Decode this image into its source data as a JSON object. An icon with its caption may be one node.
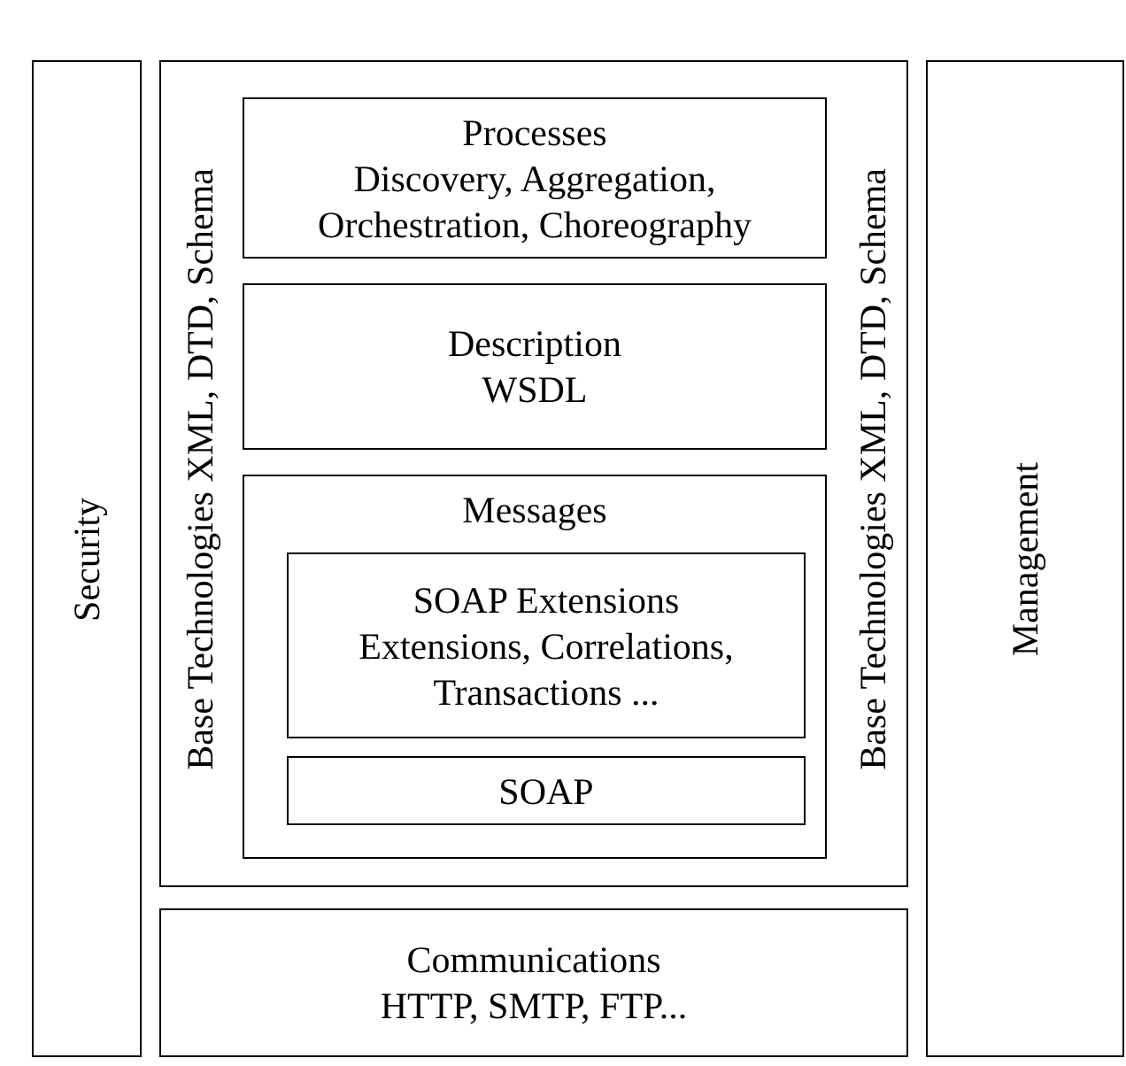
{
  "diagram": {
    "nodes": [
      {
        "text": [
          "Security"
        ]
      },
      {
        "text": [
          "Base Technologies XML, DTD, Schema",
          "Base Technologies XML, DTD, Schema"
        ]
      },
      {
        "text": [
          "Processes",
          "Discovery, Aggregation, Orchestration, Choreography"
        ],
        "in": 1
      },
      {
        "text": [
          "Description",
          "WSDL"
        ],
        "in": 1
      },
      {
        "text": [
          "Messages"
        ],
        "in": 1
      },
      {
        "text": [
          "SOAP Extensions",
          "Extensions, Correlations, Transactions ..."
        ],
        "in": 4
      },
      {
        "text": [
          "SOAP"
        ],
        "in": 4
      },
      {
        "text": [
          "Communications",
          "HTTP, SMTP, FTP..."
        ]
      },
      {
        "text": [
          "Management"
        ]
      }
    ]
  }
}
